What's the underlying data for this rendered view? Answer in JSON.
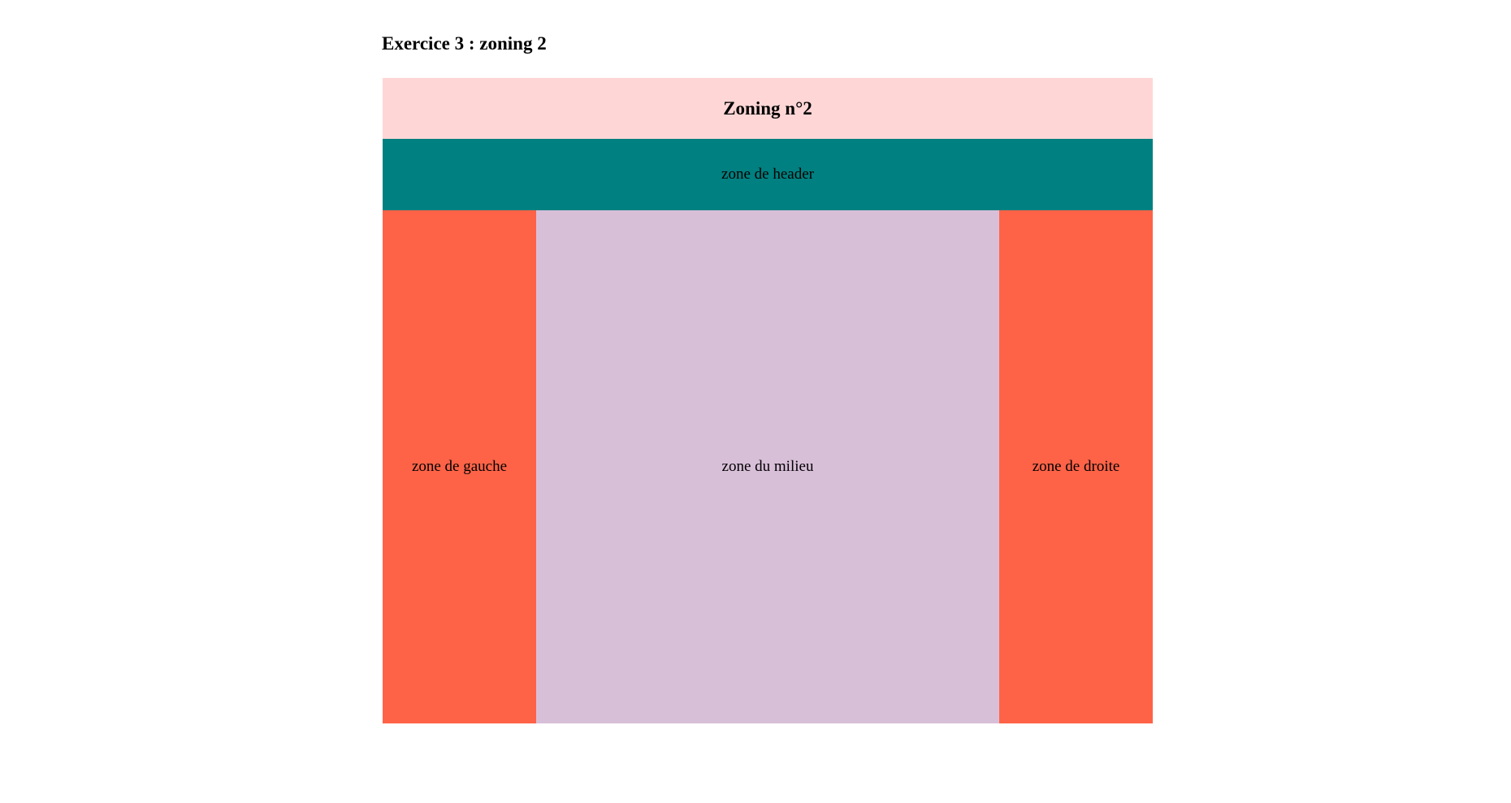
{
  "page": {
    "title": "Exercice 3 : zoning 2"
  },
  "zoning": {
    "title": "Zoning n°2",
    "header_label": "zone de header",
    "left_label": "zone de gauche",
    "middle_label": "zone du milieu",
    "right_label": "zone de droite"
  },
  "colors": {
    "title_bg": "#ffd6d6",
    "header_bg": "#008080",
    "side_bg": "#ff6347",
    "middle_bg": "#d8bfd8"
  }
}
